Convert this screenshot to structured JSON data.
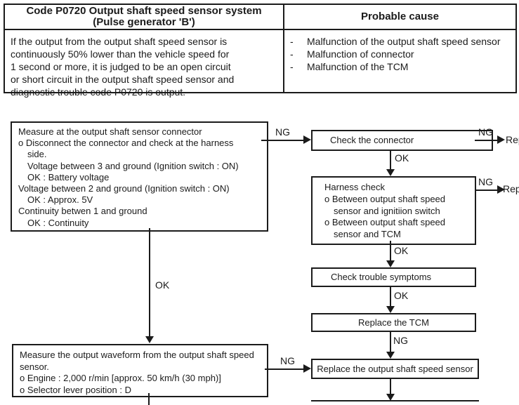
{
  "page": {
    "ink_color": "#1b1b1b",
    "background_color": "#ffffff"
  },
  "table": {
    "header_left": {
      "line1": "Code P0720 Output shaft speed sensor system",
      "line2": "(Pulse generator 'B')"
    },
    "header_right": "Probable cause",
    "description_lines": [
      "If the output from the output shaft speed sensor is",
      "continuously 50% lower than the vehicle speed for",
      "1 second or more, it is judged to be an open circuit",
      "or short circuit in the output shaft speed sensor and",
      "diagnostic trouble code P0720 is output."
    ],
    "dash": "-",
    "causes": [
      "Malfunction of the output shaft speed sensor",
      "Malfunction of connector",
      "Malfunction of the TCM"
    ]
  },
  "flow": {
    "measure_connector": {
      "lines": [
        "Measure at the output shaft sensor connector",
        "o Disconnect the connector and check at the harness",
        "side.",
        "Voltage between 3 and ground (Ignition switch : ON)",
        "OK : Battery voltage",
        "Voltage between 2 and ground (Ignition switch : ON)",
        "OK : Approx. 5V",
        "Continuity betwen 1 and ground",
        "OK : Continuity"
      ]
    },
    "check_connector": "Check the connector",
    "harness_check": {
      "lines": [
        "Harness check",
        "o Between output shaft speed",
        "sensor and ignitiion switch",
        "o Between output shaft speed",
        "sensor and TCM"
      ]
    },
    "check_trouble_symptoms": "Check trouble symptoms",
    "replace_tcm": "Replace the TCM",
    "replace_sensor": "Replace the output shaft speed sensor",
    "measure_waveform": {
      "lines": [
        "Measure the output waveform from the output shaft speed",
        "sensor.",
        "o Engine : 2,000 r/min [approx. 50 km/h (30 mph)]",
        "o Selector lever position : D"
      ]
    },
    "labels": {
      "ng": "NG",
      "ok": "OK",
      "rep": "Rep",
      "rep_dot": "Rep."
    }
  }
}
